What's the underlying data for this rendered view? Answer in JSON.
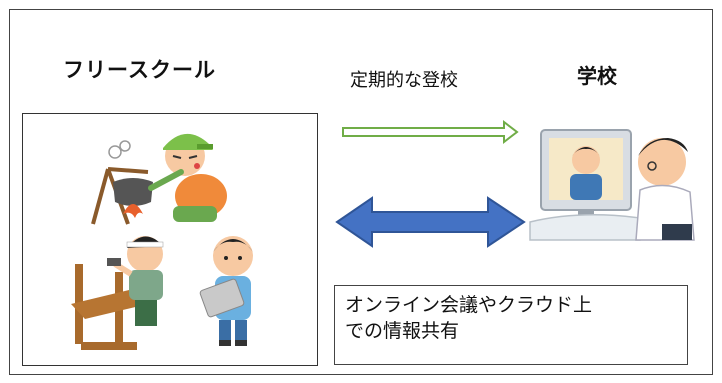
{
  "labels": {
    "left_title": "フリースクール",
    "right_title": "学校",
    "top_arrow_label": "定期的な登校"
  },
  "note": {
    "line1": "オンライン会議やクラウド上",
    "line2": "での情報共有"
  },
  "colors": {
    "green_arrow": "#70AD47",
    "blue_arrow": "#4472C4",
    "blue_arrow_border": "#2F5597"
  },
  "illustrations": {
    "left": [
      "camping-boy-icon",
      "carpenter-boy-icon",
      "tablet-boy-icon"
    ],
    "right": [
      "online-meeting-icon"
    ]
  }
}
